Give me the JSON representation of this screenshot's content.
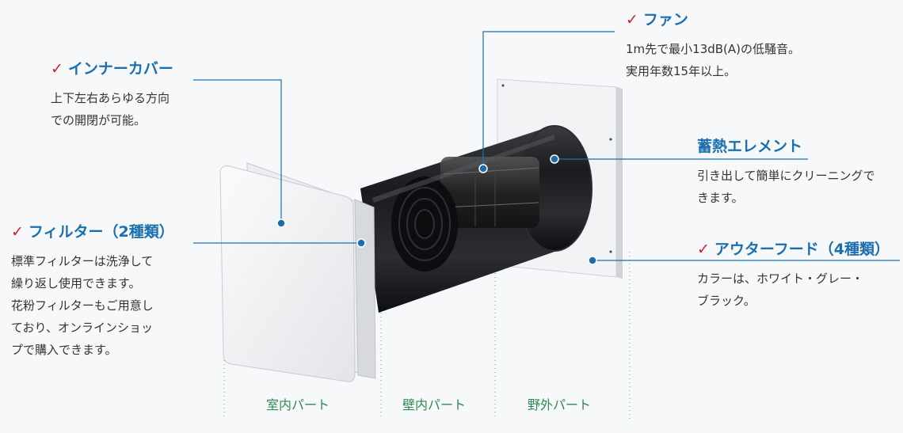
{
  "callouts": {
    "inner_cover": {
      "title": "インナーカバー",
      "checked": true,
      "lines": [
        "上下左右あらゆる方向",
        "での開閉が可能。"
      ]
    },
    "filter": {
      "title": "フィルター（2種類）",
      "checked": true,
      "lines": [
        "標準フィルターは洗浄して",
        "繰り返し使用できます。",
        "花粉フィルターもご用意し",
        "ており、オンラインショッ",
        "プで購入できます。"
      ]
    },
    "fan": {
      "title": "ファン",
      "checked": true,
      "lines": [
        "1m先で最小13dB(A)の低騒音。",
        "実用年数15年以上。"
      ]
    },
    "element": {
      "title": "蓄熱エレメント",
      "checked": false,
      "lines": [
        "引き出して簡単にクリーニングで",
        "きます。"
      ]
    },
    "outer_hood": {
      "title": "アウターフード（4種類）",
      "checked": true,
      "lines": [
        "カラーは、ホワイト・グレー・",
        "ブラック。"
      ]
    }
  },
  "check_mark": "✓",
  "zones": [
    "室内パート",
    "壁内パート",
    "野外パート"
  ],
  "colors": {
    "title": "#1b6fb0",
    "check": "#d4202c",
    "zone_label": "#2f8a52",
    "leader": "#1b6fb0"
  }
}
